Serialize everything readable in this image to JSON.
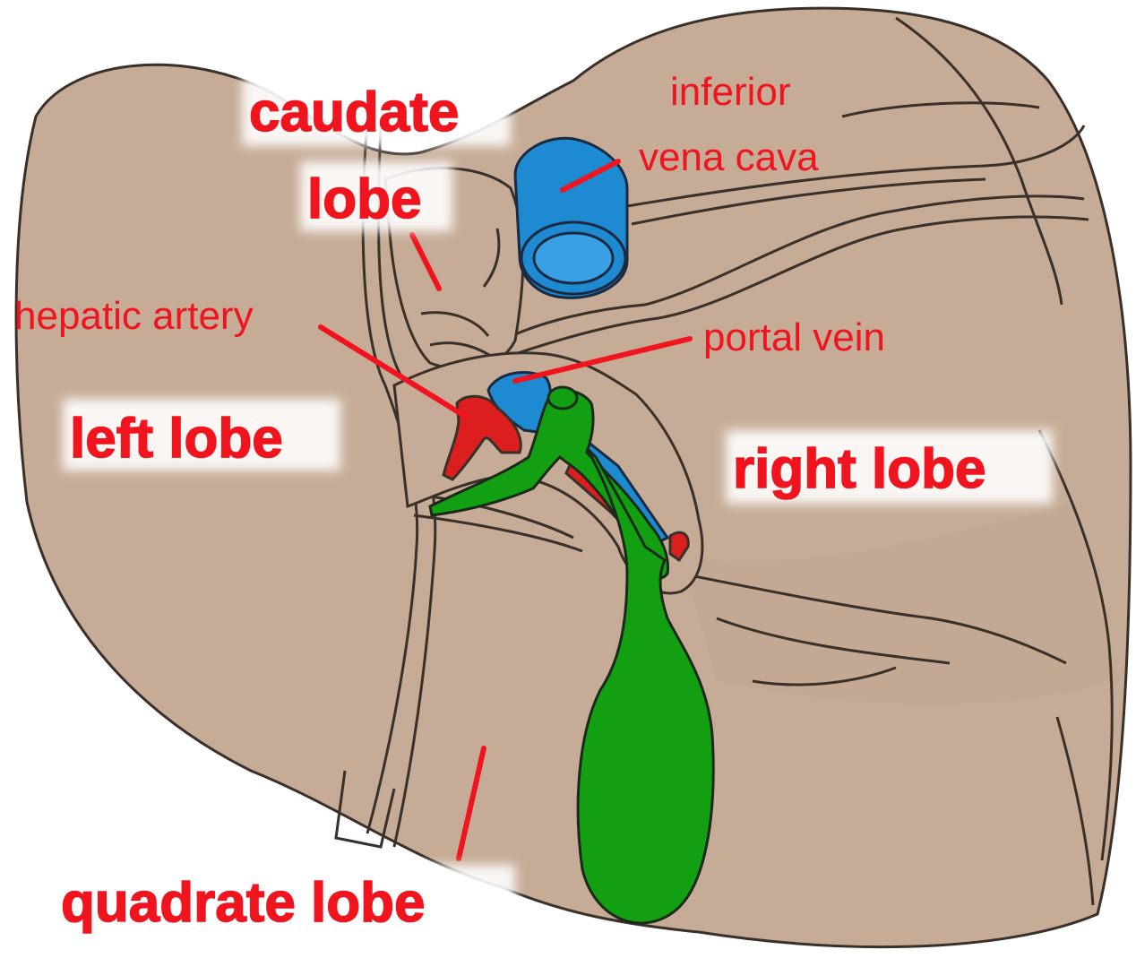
{
  "labels": {
    "caudate_line1": "caudate",
    "caudate_line2": "lobe",
    "inferior_vena_cava_line1": "inferior",
    "inferior_vena_cava_line2": "vena cava",
    "hepatic_artery": "hepatic artery",
    "portal_vein": "portal vein",
    "left_lobe": "left lobe",
    "right_lobe": "right lobe",
    "quadrate_lobe": "quadrate lobe"
  },
  "colors": {
    "liver": "#c6ac96",
    "outline": "#3a302a",
    "label_red": "#f0141e",
    "vena_cava_blue": "#1e8ad2",
    "portal_vein_blue": "#1e8ad2",
    "hepatic_artery_red": "#dc1e1e",
    "gallbladder_green": "#12a012"
  }
}
